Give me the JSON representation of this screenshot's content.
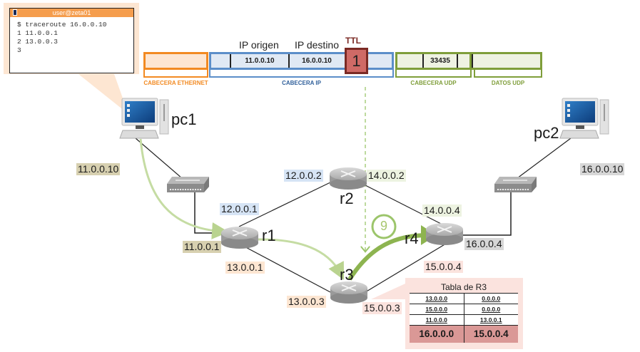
{
  "terminal": {
    "title": "user@zeta01",
    "lines": [
      "$ traceroute 16.0.0.10",
      "1 11.0.0.1",
      "2 13.0.0.3",
      "3"
    ]
  },
  "packet": {
    "labels": {
      "ip_origin": "IP origen",
      "ip_dest": "IP destino",
      "ttl": "TTL"
    },
    "fields": {
      "src_ip": "11.0.0.10",
      "dst_ip": "16.0.0.10",
      "ttl": "1",
      "udp_port": "33435"
    },
    "captions": {
      "ethernet": "CABECERA ETHERNET",
      "ip": "CABECERA IP",
      "udp": "CABECERA UDP",
      "udp_data": "DATOS UDP"
    },
    "colors": {
      "ethernet": "#f28a22",
      "ip": "#5b8ec9",
      "udp": "#7f9e3a",
      "ttl": "#cf6a66"
    }
  },
  "nodes": {
    "pc1": "pc1",
    "pc2": "pc2",
    "r1": "r1",
    "r2": "r2",
    "r3": "r3",
    "r4": "r4"
  },
  "interfaces": {
    "pc1": "11.0.0.10",
    "r1_lan": "11.0.0.1",
    "r1_r2": "12.0.0.1",
    "r2_r1": "12.0.0.2",
    "r2_r4": "14.0.0.2",
    "r1_r3": "13.0.0.1",
    "r3_r1": "13.0.0.3",
    "r3_r4": "15.0.0.3",
    "r4_r2": "14.0.0.4",
    "r4_r3": "15.0.0.4",
    "r4_lan": "16.0.0.4",
    "pc2": "16.0.0.10"
  },
  "step_marker": "9",
  "routing_table": {
    "title": "Tabla de R3",
    "rows": [
      {
        "dest": "13.0.0.0",
        "gw": "0.0.0.0",
        "highlight": false
      },
      {
        "dest": "15.0.0.0",
        "gw": "0.0.0.0",
        "highlight": false
      },
      {
        "dest": "11.0.0.0",
        "gw": "13.0.0.1",
        "highlight": false
      },
      {
        "dest": "16.0.0.0",
        "gw": "15.0.0.4",
        "highlight": true
      }
    ]
  }
}
